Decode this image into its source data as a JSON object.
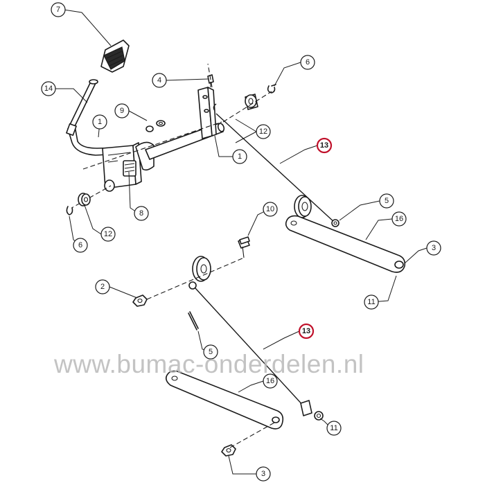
{
  "diagram": {
    "watermark": "www.bumac-onderdelen.nl",
    "callouts": {
      "c7": "7",
      "c14": "14",
      "c4": "4",
      "c6a": "6",
      "c9": "9",
      "c1a": "1",
      "c12a": "12",
      "c1b": "1",
      "c13a": "13",
      "c5a": "5",
      "c16a": "16",
      "c3a": "3",
      "c11a": "11",
      "c8": "8",
      "c12b": "12",
      "c6b": "6",
      "c10": "10",
      "c2": "2",
      "c13b": "13",
      "c5b": "5",
      "c16b": "16",
      "c11b": "11",
      "c3b": "3"
    },
    "highlight_color": "#c0102a"
  }
}
